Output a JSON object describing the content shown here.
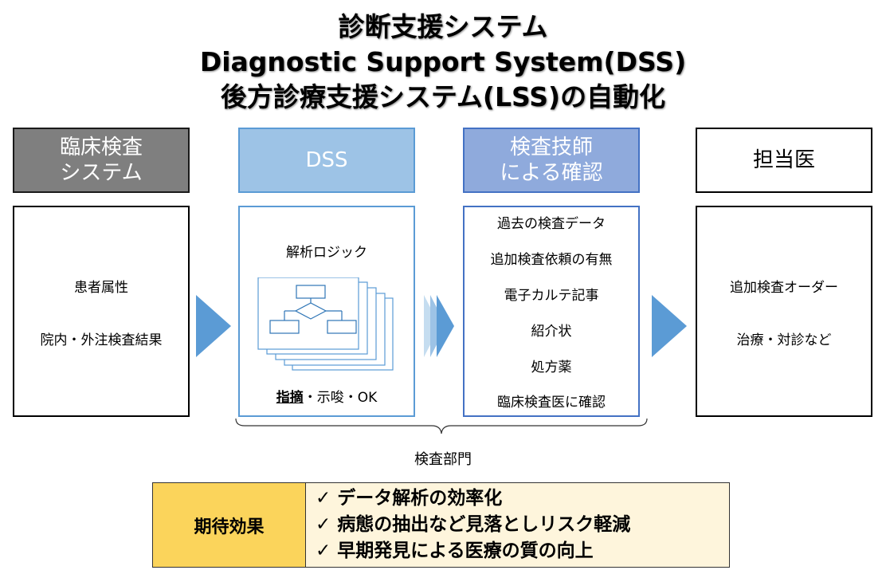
{
  "title": {
    "line1": "診断支援システム",
    "line2": "Diagnostic Support System(DSS)",
    "line3": "後方診療支援システム(LSS)の自動化"
  },
  "columns": [
    {
      "header": "臨床検査\nシステム",
      "items": [
        "患者属性",
        "院内・外注検査結果"
      ]
    },
    {
      "header": "DSS",
      "logic_label": "解析ロジック",
      "output_bold": "指摘",
      "output_rest": "・示唆・OK"
    },
    {
      "header": "検査技師\nによる確認",
      "items": [
        "過去の検査データ",
        "追加検査依頼の有無",
        "電子カルテ記事",
        "紹介状",
        "処方薬",
        "臨床検査医に確認"
      ]
    },
    {
      "header": "担当医",
      "items": [
        "追加検査オーダー",
        "治療・対診など"
      ]
    }
  ],
  "department_label": "検査部門",
  "effects": {
    "label": "期待効果",
    "items": [
      "✓ データ解析の効率化",
      "✓ 病態の抽出など見落としリスク軽減",
      "✓ 早期発見による医療の質の向上"
    ]
  },
  "colors": {
    "header_gray": "#7f7f7f",
    "header_light_blue": "#9dc3e6",
    "header_mid_blue": "#8faadc",
    "arrow_blue": "#5b9bd5",
    "panel_blue_border": "#5b9bd5",
    "effect_label_bg": "#fbd45b",
    "effect_list_bg": "#fef5dc"
  }
}
